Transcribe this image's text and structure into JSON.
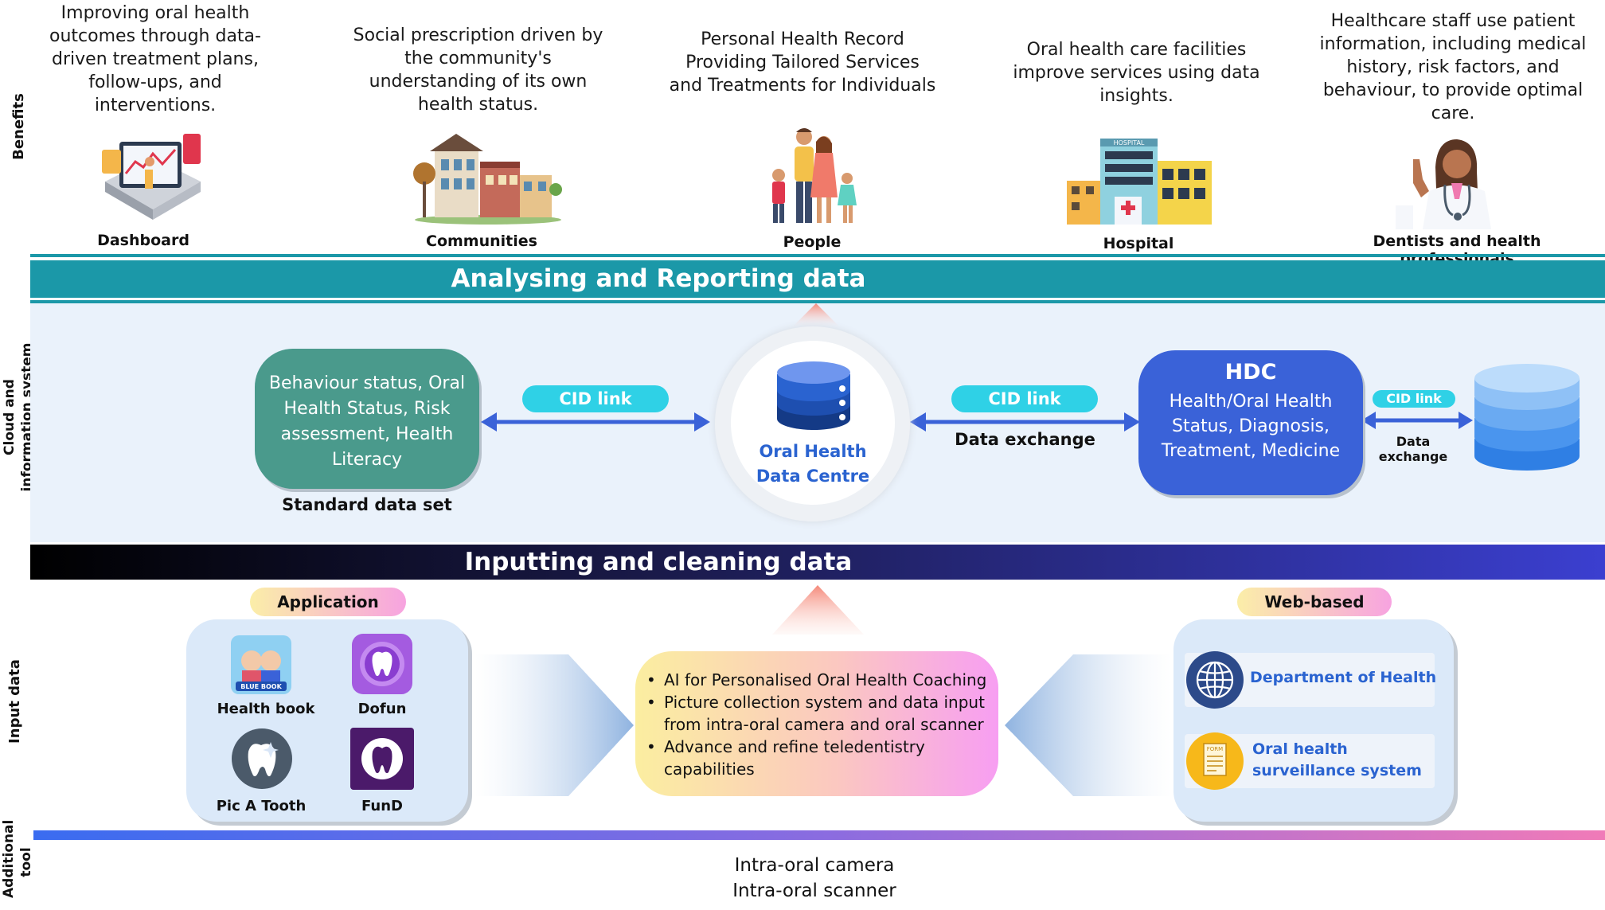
{
  "side_labels": {
    "benefits": "Benefits",
    "cloud": "Cloud and information system",
    "input": "Input data",
    "additional": "Additional tool"
  },
  "benefits": [
    {
      "text": "Improving oral health outcomes through data-driven treatment plans, follow-ups, and interventions.",
      "label": "Dashboard",
      "icon": "dashboard-icon"
    },
    {
      "text": "Social prescription driven by the community's understanding of its own health status.",
      "label": "Communities",
      "icon": "community-buildings-icon"
    },
    {
      "text": "Personal Health Record Providing Tailored Services and Treatments for Individuals",
      "label": "People",
      "icon": "family-icon"
    },
    {
      "text": "Oral health care facilities improve services using data insights.",
      "label": "Hospital",
      "icon": "hospital-icon",
      "sign": "HOSPITAL"
    },
    {
      "text": "Healthcare staff use patient information, including medical history, risk factors, and behaviour, to provide optimal care.",
      "label": "Dentists and health professionals",
      "icon": "doctor-icon"
    }
  ],
  "bands": {
    "analysing": "Analysing and Reporting data",
    "inputting": "Inputting and cleaning data"
  },
  "cloud": {
    "standard_box": "Behaviour status, Oral Health Status, Risk assessment, Health Literacy",
    "standard_label": "Standard data set",
    "cid_link_1": "CID link",
    "cid_link_2": "CID link",
    "data_exchange_1": "Data exchange",
    "centre_label": "Oral Health Data Centre",
    "hdc_title": "HDC",
    "hdc_body": "Health/Oral Health Status, Diagnosis, Treatment, Medicine",
    "cid_link_3": "CID link",
    "data_exchange_2": "Data exchange"
  },
  "input": {
    "application_label": "Application",
    "apps": [
      {
        "name": "Health book",
        "icon": "blue-book-icon",
        "badge": "BLUE BOOK"
      },
      {
        "name": "Dofun",
        "icon": "tooth-circle-icon"
      },
      {
        "name": "Pic A Tooth",
        "icon": "tooth-sparkle-icon"
      },
      {
        "name": "FunD",
        "icon": "tooth-dark-icon"
      }
    ],
    "center_bullets": [
      "AI for Personalised Oral Health Coaching",
      "Picture collection system and data input from intra-oral camera and oral scanner",
      "Advance and refine teledentistry capabilities"
    ],
    "web_label": "Web-based",
    "web_items": [
      {
        "name": "Department of Health",
        "icon": "globe-icon"
      },
      {
        "name": "Oral health surveillance system",
        "icon": "form-icon",
        "badge": "FORM"
      }
    ]
  },
  "additional": {
    "line1": "Intra-oral camera",
    "line2": "Intra-oral scanner"
  },
  "colors": {
    "teal": "#1b98a8",
    "cloud_bg": "#eaf2fb",
    "blue": "#3a62d8",
    "green_box": "#4a9a8c",
    "cid_pill": "#2fd1e6"
  }
}
